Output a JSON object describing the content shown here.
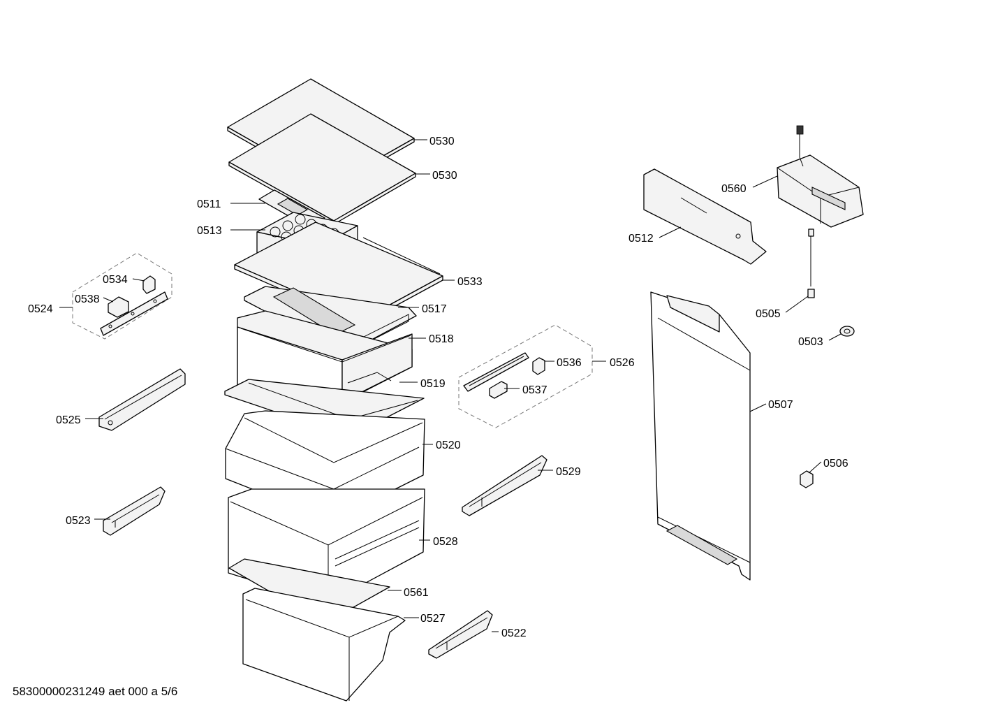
{
  "document": {
    "id": "58300000231249 aet 000 a 5/6"
  },
  "callouts": {
    "c0530a": "0530",
    "c0530b": "0530",
    "c0511": "0511",
    "c0513": "0513",
    "c0533": "0533",
    "c0517": "0517",
    "c0518": "0518",
    "c0519": "0519",
    "c0520": "0520",
    "c0528": "0528",
    "c0561": "0561",
    "c0527": "0527",
    "c0522": "0522",
    "c0529": "0529",
    "c0523": "0523",
    "c0525": "0525",
    "c0524": "0524",
    "c0534": "0534",
    "c0538": "0538",
    "c0536": "0536",
    "c0526": "0526",
    "c0537": "0537",
    "c0560": "0560",
    "c0512": "0512",
    "c0505": "0505",
    "c0503": "0503",
    "c0507": "0507",
    "c0506": "0506"
  }
}
